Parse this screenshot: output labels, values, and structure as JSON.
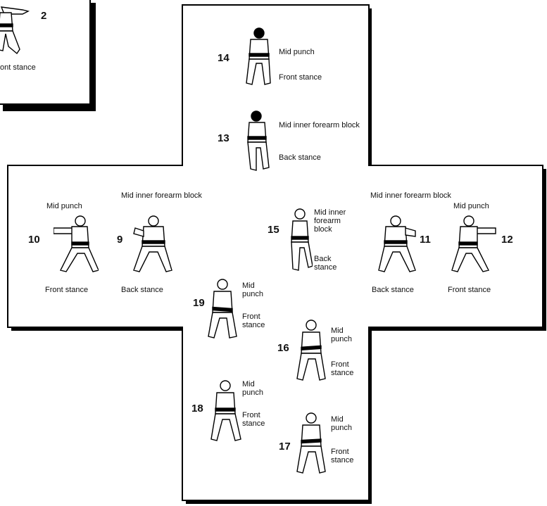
{
  "moves": [
    {
      "number": "2",
      "technique": "",
      "stance": "ont stance"
    },
    {
      "number": "14",
      "technique": "Mid punch",
      "stance": "Front stance"
    },
    {
      "number": "13",
      "technique": "Mid inner forearm block",
      "stance": "Back  stance"
    },
    {
      "number": "10",
      "technique": "Mid punch",
      "stance": "Front stance"
    },
    {
      "number": "9",
      "technique": "Mid inner forearm block",
      "stance": "Back  stance"
    },
    {
      "number": "15",
      "technique": "Mid inner forearm block",
      "stance": "Back stance"
    },
    {
      "number": "11",
      "technique": "Mid inner forearm block",
      "stance": "Back  stance"
    },
    {
      "number": "12",
      "technique": "Mid punch",
      "stance": "Front stance"
    },
    {
      "number": "19",
      "technique": "Mid punch",
      "stance": "Front stance"
    },
    {
      "number": "16",
      "technique": "Mid punch",
      "stance": "Front stance"
    },
    {
      "number": "18",
      "technique": "Mid punch",
      "stance": "Front stance"
    },
    {
      "number": "17",
      "technique": "Mid punch",
      "stance": "Front stance"
    }
  ],
  "colors": {
    "ink": "#111111",
    "shadow": "#000000",
    "paper": "#ffffff"
  }
}
